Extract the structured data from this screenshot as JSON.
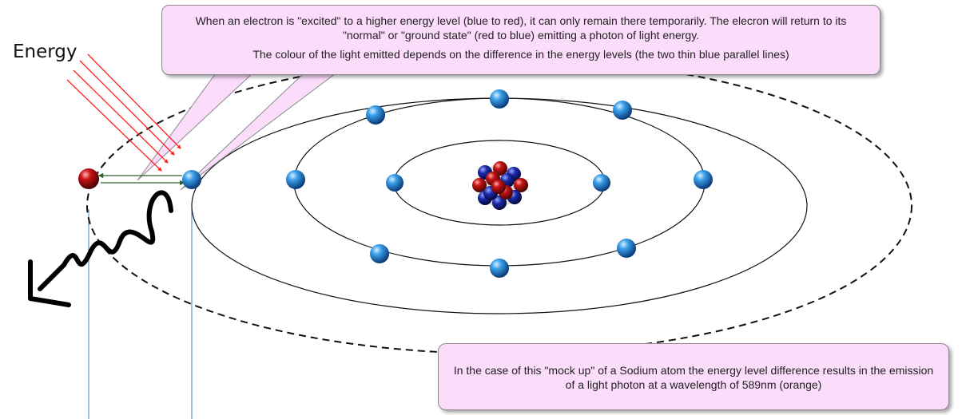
{
  "energy_label": "Energy",
  "callout_top": {
    "paragraph_1": "When an electron is \"excited\" to a higher energy level (blue to red), it can only remain there temporarily. The elecron will return to its \"normal\" or \"ground state\" (red to blue) emitting a photon of light energy.",
    "paragraph_2": "The colour of the light emitted depends on the difference in the energy levels (the two thin blue parallel lines)"
  },
  "callout_bottom": {
    "text": "In the case of this \"mock up\" of a Sodium atom the energy level difference results in the emission of a light photon at a wavelength of 589nm (orange)"
  },
  "colors": {
    "electron_blue": "#1f7fd6",
    "excited_electron_red": "#b01818",
    "nucleus_proton": "#c81414",
    "nucleus_neutron": "#1a2aa8",
    "energy_ray": "#ff2020",
    "transition_arrow": "#2e5e2e",
    "energy_level_line": "#4a7fc0",
    "callout_fill": "#fcdcfb"
  }
}
